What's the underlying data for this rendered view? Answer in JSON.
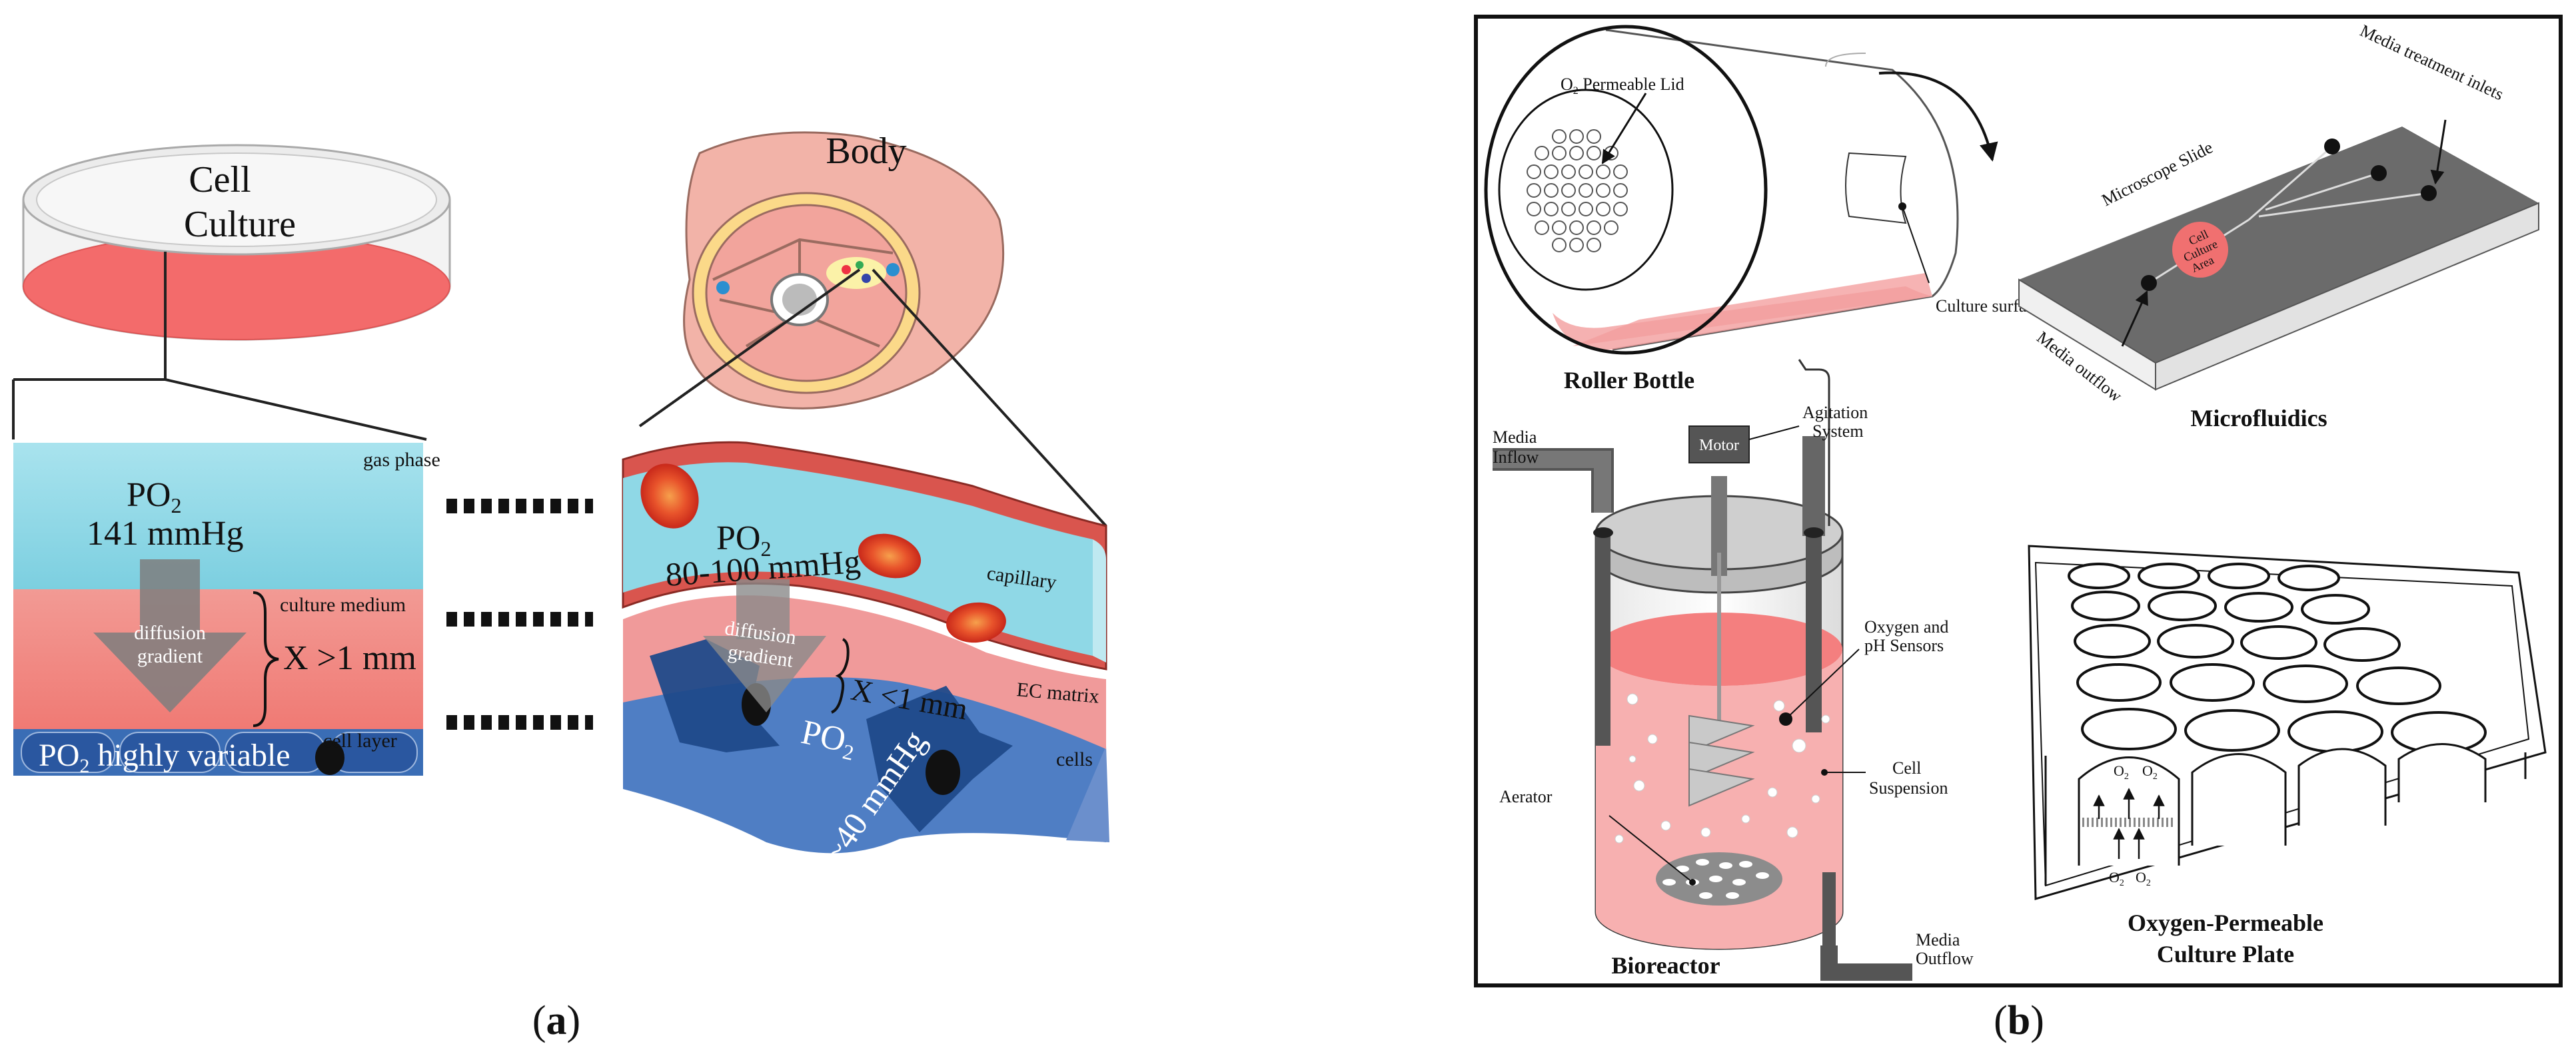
{
  "panel_a": {
    "caption_open": "(",
    "caption_letter": "a",
    "caption_close": ")",
    "dish_label_1": "Cell",
    "dish_label_2": "Culture",
    "body_label": "Body",
    "gas_phase": "gas phase",
    "po2_culture": "PO",
    "po2_culture_sub": "2",
    "po2_culture_value": "141 mmHg",
    "culture_medium": "culture medium",
    "diffusion_1": "diffusion",
    "gradient_1": "gradient",
    "x_culture": "X >1 mm",
    "cell_layer": "cell layer",
    "po2_variable": "PO",
    "po2_variable_sub": "2",
    "po2_variable_rest": " highly variable",
    "po2_capillary": "PO",
    "po2_capillary_sub": "2",
    "po2_capillary_value": "80-100 mmHg",
    "capillary": "capillary",
    "diffusion_2": "diffusion",
    "gradient_2": "gradient",
    "x_tissue": "X <1 mm",
    "ec_matrix": "EC matrix",
    "po2_tissue": "PO",
    "po2_tissue_sub": "2",
    "po2_tissue_value": "~40 mmHg",
    "cells": "cells"
  },
  "panel_b": {
    "caption_open": "(",
    "caption_letter": "b",
    "caption_close": ")",
    "roller": {
      "lid": "O",
      "lid_sub": "2",
      "lid_rest": " Permeable Lid",
      "surface": "Culture surface",
      "title": "Roller Bottle"
    },
    "micro": {
      "inlets": "Media treatment inlets",
      "slide": "Microscope Slide",
      "area_1": "Cell",
      "area_2": "Culture",
      "area_3": "Area",
      "outflow": "Media outflow",
      "title": "Microfluidics"
    },
    "bio": {
      "inflow_1": "Media",
      "inflow_2": "Inflow",
      "motor": "Motor",
      "agitation_1": "Agitation",
      "agitation_2": "System",
      "sensors_1": "Oxygen and",
      "sensors_2": "pH Sensors",
      "suspension_1": "Cell",
      "suspension_2": "Suspension",
      "aerator": "Aerator",
      "outflow_1": "Media",
      "outflow_2": "Outflow",
      "title": "Bioreactor"
    },
    "plate": {
      "o2": "O",
      "o2_sub": "2",
      "title_1": "Oxygen-Permeable",
      "title_2": "Culture Plate"
    }
  },
  "colors": {
    "culture_pink": "#f08080",
    "gas_blue": "#8fd8e6",
    "cell_blue": "#2d5fa8",
    "rbc_red": "#e0401e",
    "tissue_pink": "#f2aaa0",
    "bioreactor_pink": "#f5a3a3",
    "slide_gray": "#6b6b6b"
  }
}
